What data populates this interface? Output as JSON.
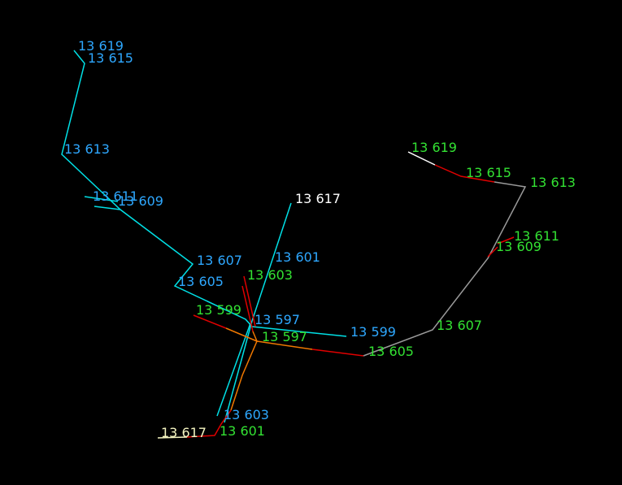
{
  "colors": {
    "background": "#000000",
    "cyan": "#00e0e6",
    "blue_label": "#2ea8ff",
    "green_label": "#33e233",
    "white": "#ffffff",
    "red": "#e00000",
    "orange": "#f07800",
    "gray": "#9a9a9a",
    "light_yellow": "#f4f4c0"
  },
  "labels": {
    "blue": [
      "13 619",
      "13 615",
      "13 613",
      "13 611",
      "13 609",
      "13 607",
      "13 605",
      "13 601",
      "13 597",
      "13 599",
      "13 603"
    ],
    "white": [
      "13 617"
    ],
    "green": [
      "13 619",
      "13 615",
      "13 613",
      "13 611",
      "13 609",
      "13 607",
      "13 605",
      "13 603",
      "13 599",
      "13 597",
      "13 601"
    ],
    "yellow": [
      "13 617"
    ]
  }
}
